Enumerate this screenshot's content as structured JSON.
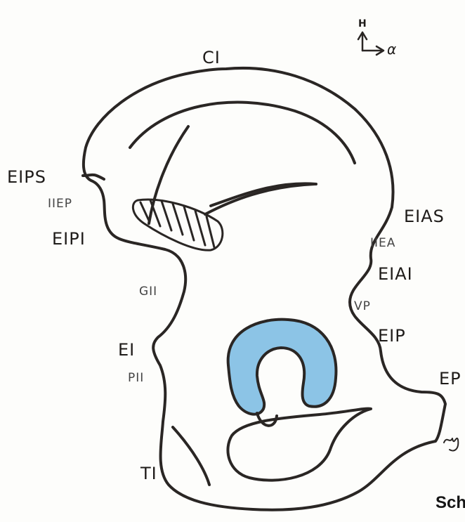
{
  "colors": {
    "ink": "#2a2624",
    "acetabulum_fill": "#8cc4e6",
    "paper": "#fdfdfb"
  },
  "orientation": {
    "up_label": "H",
    "right_label": "α"
  },
  "labels": {
    "ci": "CI",
    "eips": "EIPS",
    "iiep": "IIEP",
    "eipi": "EIPI",
    "gii": "GII",
    "ei": "EI",
    "pii": "PII",
    "ti": "TI",
    "eias": "EIAS",
    "iiea": "IIEA",
    "eiai": "EIAI",
    "vp": "VP",
    "eip": "EIP",
    "ep": "EP"
  },
  "caption": "Sch"
}
